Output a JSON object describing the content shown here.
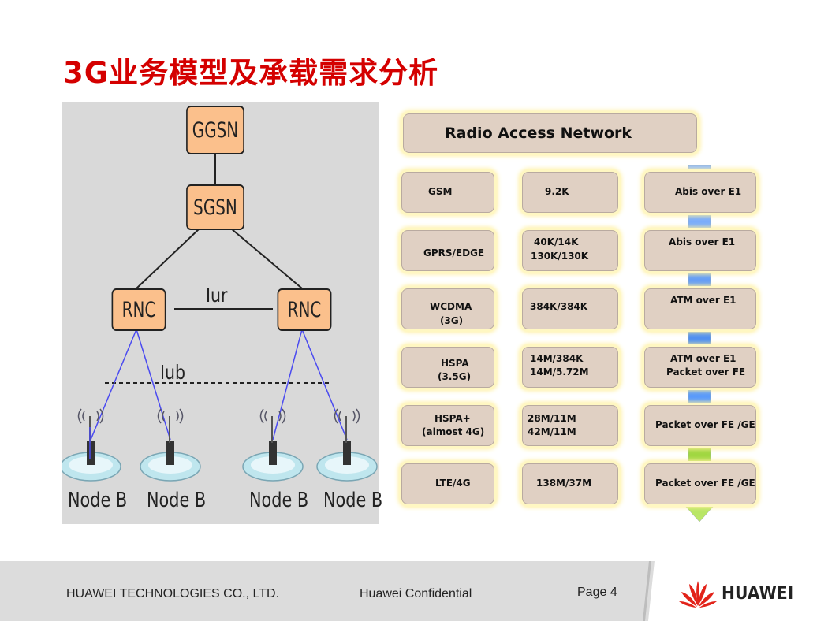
{
  "title": "3G业务模型及承载需求分析",
  "diagram": {
    "ggsn": "GGSN",
    "sgsn": "SGSN",
    "rnc_left": "RNC",
    "rnc_right": "RNC",
    "iur_label": "Iur",
    "iub_label": "Iub",
    "node_b_labels": [
      "Node B",
      "Node B",
      "Node B",
      "Node B"
    ]
  },
  "panel": {
    "header": "Radio Access  Network",
    "rows": [
      {
        "tech": [
          "GSM"
        ],
        "rate": [
          "9.2K"
        ],
        "transport": [
          "Abis over E1"
        ]
      },
      {
        "tech": [
          "GPRS/EDGE"
        ],
        "rate": [
          "40K/14K",
          "130K/130K"
        ],
        "transport": [
          "Abis over E1"
        ]
      },
      {
        "tech": [
          "WCDMA",
          "(3G)"
        ],
        "rate": [
          "384K/384K"
        ],
        "transport": [
          "ATM over E1"
        ]
      },
      {
        "tech": [
          "HSPA",
          "(3.5G)"
        ],
        "rate": [
          "14M/384K",
          "14M/5.72M"
        ],
        "transport": [
          "ATM over E1",
          "Packet over FE"
        ]
      },
      {
        "tech": [
          "HSPA+",
          "(almost 4G)"
        ],
        "rate": [
          "28M/11M",
          "42M/11M"
        ],
        "transport": [
          "Packet over FE /GE"
        ]
      },
      {
        "tech": [
          "LTE/4G"
        ],
        "rate": [
          "138M/37M"
        ],
        "transport": [
          "Packet over FE /GE"
        ]
      }
    ]
  },
  "footer": {
    "company": "HUAWEI TECHNOLOGIES CO., LTD.",
    "confidential": "Huawei Confidential",
    "page": "Page 4",
    "brand": "HUAWEI"
  },
  "colors": {
    "title": "#d40000",
    "node_box": "#fbc08c",
    "cell": "#e0d0c3",
    "glow": "#fff0a0",
    "iub_link": "#4a4af0",
    "arrow_top": "#7fb0ff",
    "arrow_bottom": "#9cd43a"
  }
}
